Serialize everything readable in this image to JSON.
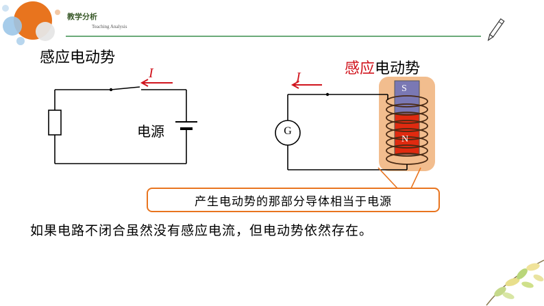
{
  "header": {
    "title": "教学分析",
    "subtitle": "Teaching Analysis"
  },
  "left_diagram": {
    "title": "感应电动势",
    "current_label": "I",
    "source_label": "电源"
  },
  "right_diagram": {
    "title_red": "感应",
    "title_black": "电动势",
    "current_label": "I",
    "galvanometer_label": "G",
    "magnet_top": "S",
    "magnet_bottom": "N"
  },
  "callout": {
    "text": "产生电动势的那部分导体相当于电源"
  },
  "footer": {
    "text": "如果电路不闭合虽然没有感应电流，但电动势依然存在。"
  },
  "colors": {
    "accent_red": "#d0131c",
    "callout_border": "#e8741e",
    "coil_highlight": "#f0b27a",
    "header_line": "#6aaa78",
    "magnet_top": "#7a78b4",
    "magnet_bottom": "#e02a10"
  }
}
